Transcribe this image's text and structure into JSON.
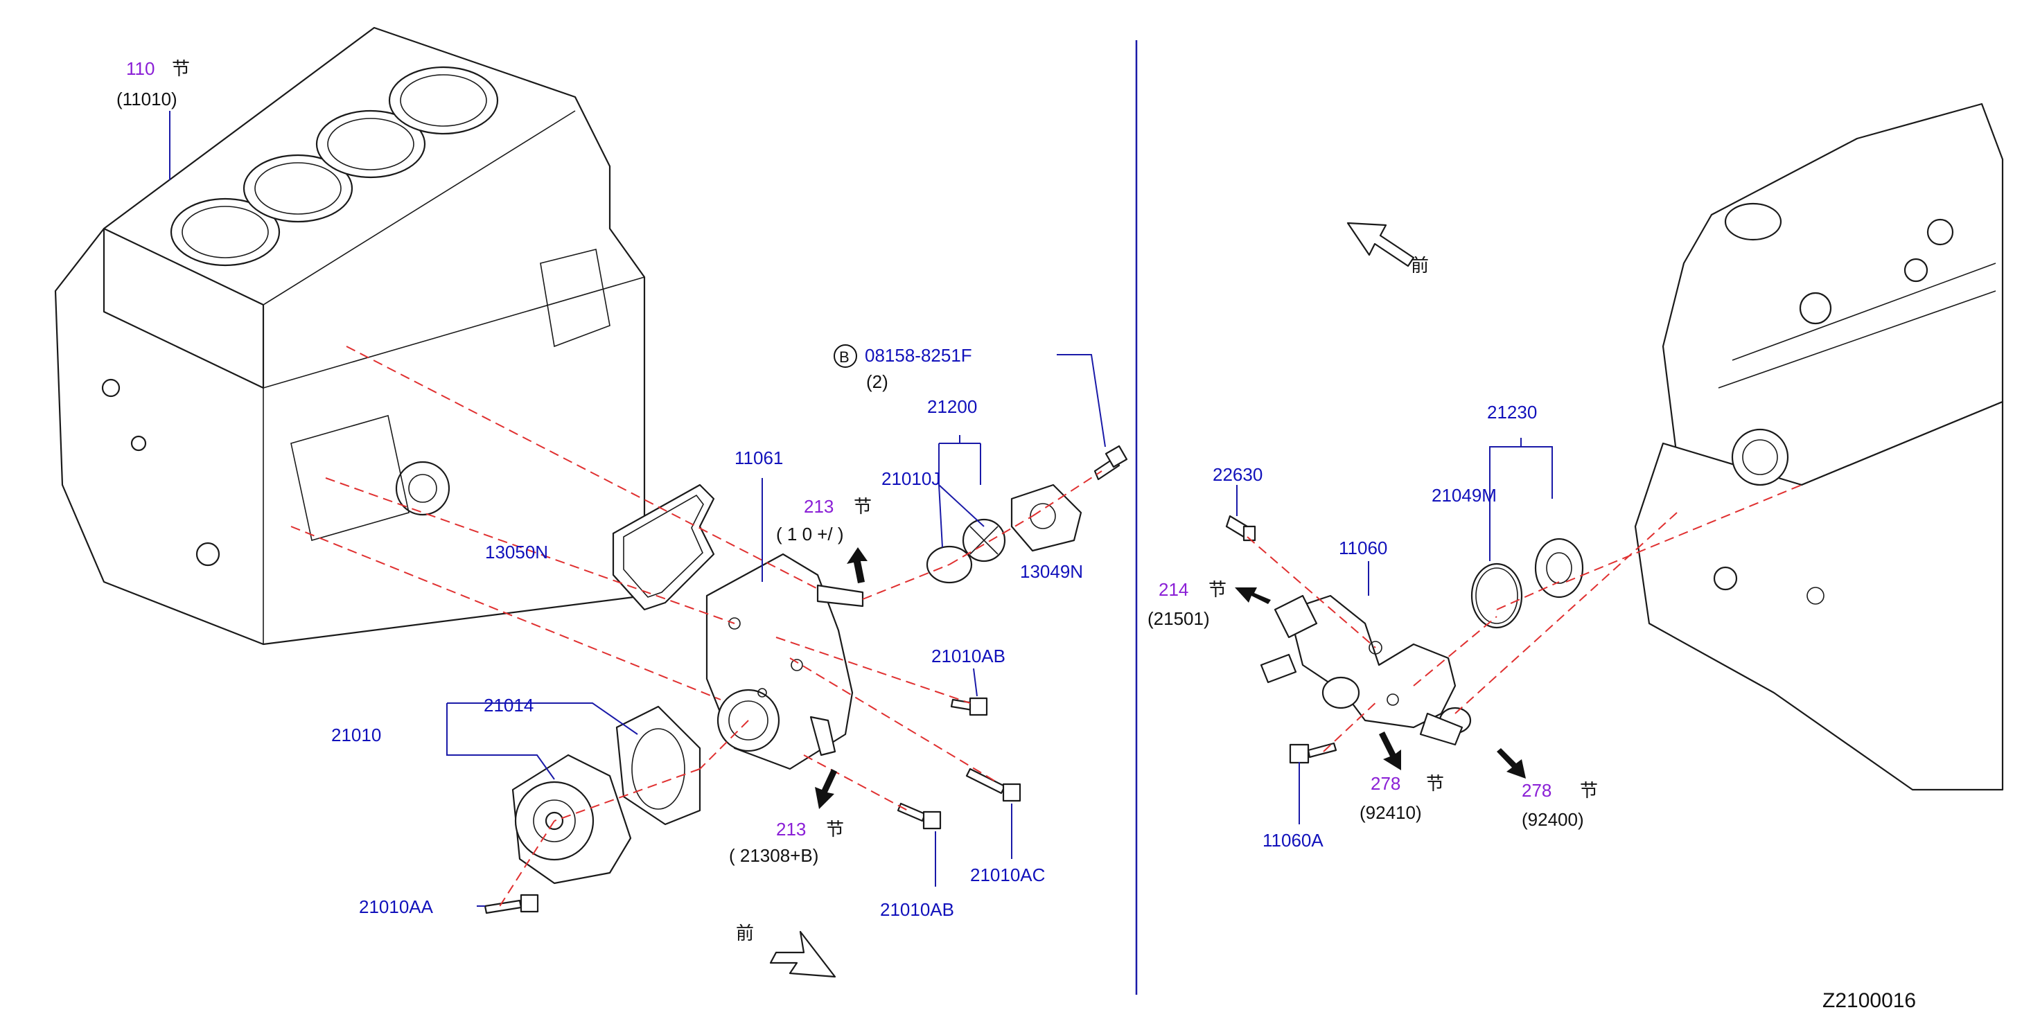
{
  "labels": {
    "ref_110": "110",
    "sect_110": "节",
    "code_11010": "(11010)",
    "bolt_b": "B",
    "pn_08158": "08158-8251F",
    "qty_2": "(2)",
    "pn_21200": "21200",
    "pn_21010j": "21010J",
    "pn_11061": "11061",
    "ref_213_top": "213",
    "sect_213_top": "节",
    "code_213_top": "( 1 0 +/ )",
    "pn_13050n": "13050N",
    "pn_13049n": "13049N",
    "pn_21010ab_a": "21010AB",
    "pn_21014": "21014",
    "pn_21010": "21010",
    "ref_213_bot": "213",
    "sect_213_bot": "节",
    "code_213_bot": "( 21308+B)",
    "pn_21010ac": "21010AC",
    "pn_21010aa": "21010AA",
    "pn_21010ab_b": "21010AB",
    "front_left": "前",
    "front_right": "前",
    "pn_22630": "22630",
    "pn_21230": "21230",
    "pn_21049m": "21049M",
    "pn_11060": "11060",
    "ref_214": "214",
    "sect_214": "节",
    "code_21501": "(21501)",
    "ref_278_a": "278",
    "sect_278_a": "节",
    "code_92410": "(92410)",
    "ref_278_b": "278",
    "sect_278_b": "节",
    "code_92400": "(92400)",
    "pn_11060a": "11060A",
    "diagram_id": "Z2100016"
  },
  "colors": {
    "part_number": "#1111bb",
    "reference": "#8a1fd6",
    "leader": "#1a1aa8",
    "dashed_leader": "#e03030",
    "line_art": "#1a1a1a"
  }
}
